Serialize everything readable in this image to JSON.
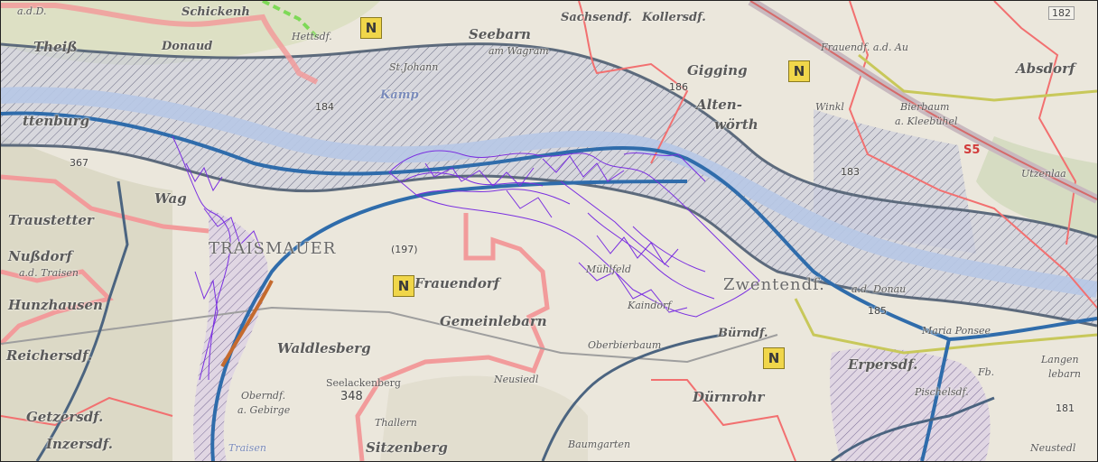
{
  "map": {
    "labels": [
      {
        "id": "a-d-d",
        "text": "a.d.D."
      },
      {
        "id": "schickenhof",
        "text": "Schickenh"
      },
      {
        "id": "theiss",
        "text": "Theiß"
      },
      {
        "id": "donaudorf",
        "text": "Donaud"
      },
      {
        "id": "hettsdorf",
        "text": "Hettsdf."
      },
      {
        "id": "seebarn",
        "text": "Seebarn"
      },
      {
        "id": "am-wagram",
        "text": "am Wagram"
      },
      {
        "id": "sachsendorf",
        "text": "Sachsendf."
      },
      {
        "id": "kollersdorf",
        "text": "Kollersdf."
      },
      {
        "id": "frauendorf-au",
        "text": "Frauendf. a.d. Au"
      },
      {
        "id": "absdorf",
        "text": "Absdorf"
      },
      {
        "id": "st-johann",
        "text": "St.Johann"
      },
      {
        "id": "kamp",
        "text": "Kamp"
      },
      {
        "id": "gigging",
        "text": "Gigging"
      },
      {
        "id": "altenwoerth",
        "text": "Alten-"
      },
      {
        "id": "woerth",
        "text": "wörth"
      },
      {
        "id": "winkl",
        "text": "Winkl"
      },
      {
        "id": "bierbaum",
        "text": "Bierbaum"
      },
      {
        "id": "kleebuehel",
        "text": "a. Kleebühel"
      },
      {
        "id": "traismauer-edge",
        "text": "ttenburg"
      },
      {
        "id": "utzenlaa",
        "text": "Utzenlaa"
      },
      {
        "id": "wagram",
        "text": "Wag"
      },
      {
        "id": "frauenstetten",
        "text": "Traustetter"
      },
      {
        "id": "traismauer",
        "text": "TRAISMAUER"
      },
      {
        "id": "nussdorf",
        "text": "Nußdorf"
      },
      {
        "id": "a-traisen",
        "text": "a.d. Traisen"
      },
      {
        "id": "frauendorf",
        "text": "Frauendorf"
      },
      {
        "id": "muehlfeld",
        "text": "Mühlfeld"
      },
      {
        "id": "zwentendorf",
        "text": "Zwentendf."
      },
      {
        "id": "ad-donau",
        "text": "a.d. Donau"
      },
      {
        "id": "hunzhausen",
        "text": "Hunzhausen"
      },
      {
        "id": "gemeinlebarn",
        "text": "Gemeinlebarn"
      },
      {
        "id": "kaindorf",
        "text": "Kaindorf"
      },
      {
        "id": "burndorf",
        "text": "Bürndf."
      },
      {
        "id": "oberbierbaum",
        "text": "Oberbierbaum"
      },
      {
        "id": "maria-ponsee",
        "text": "Maria Ponsee"
      },
      {
        "id": "reichersdorf",
        "text": "Reichersdf."
      },
      {
        "id": "waldlesberg",
        "text": "Waldlesberg"
      },
      {
        "id": "seelackenberg",
        "text": "Seelackenberg"
      },
      {
        "id": "erpersdorf",
        "text": "Erpersdf."
      },
      {
        "id": "langen",
        "text": "Langen"
      },
      {
        "id": "lebarn",
        "text": "lebarn"
      },
      {
        "id": "fischamend",
        "text": "Pischelsdf."
      },
      {
        "id": "obritz",
        "text": "Oberndf."
      },
      {
        "id": "geb",
        "text": "a. Gebirge"
      },
      {
        "id": "neusiedl",
        "text": "Neusiedl"
      },
      {
        "id": "durnrohr",
        "text": "Dürnrohr"
      },
      {
        "id": "getzersdorf",
        "text": "Getzersdf."
      },
      {
        "id": "thallern",
        "text": "Thallern"
      },
      {
        "id": "inzersdorf",
        "text": "Inzersdf."
      },
      {
        "id": "traisen-river",
        "text": "Traisen"
      },
      {
        "id": "sitzenberg",
        "text": "Sitzenberg"
      },
      {
        "id": "baumgarten",
        "text": "Baumgarten"
      },
      {
        "id": "neusiedl-e",
        "text": "Neustedl"
      },
      {
        "id": "fb",
        "text": "Fb."
      }
    ],
    "elevations": {
      "e367": "367",
      "e186": "186",
      "e183": "183",
      "e182": "182",
      "e197": "(197)",
      "e348": "348",
      "e185": "185",
      "e181": "181",
      "e184": "184"
    },
    "shields": [
      "N",
      "N",
      "N",
      "N"
    ],
    "route": "S5"
  }
}
